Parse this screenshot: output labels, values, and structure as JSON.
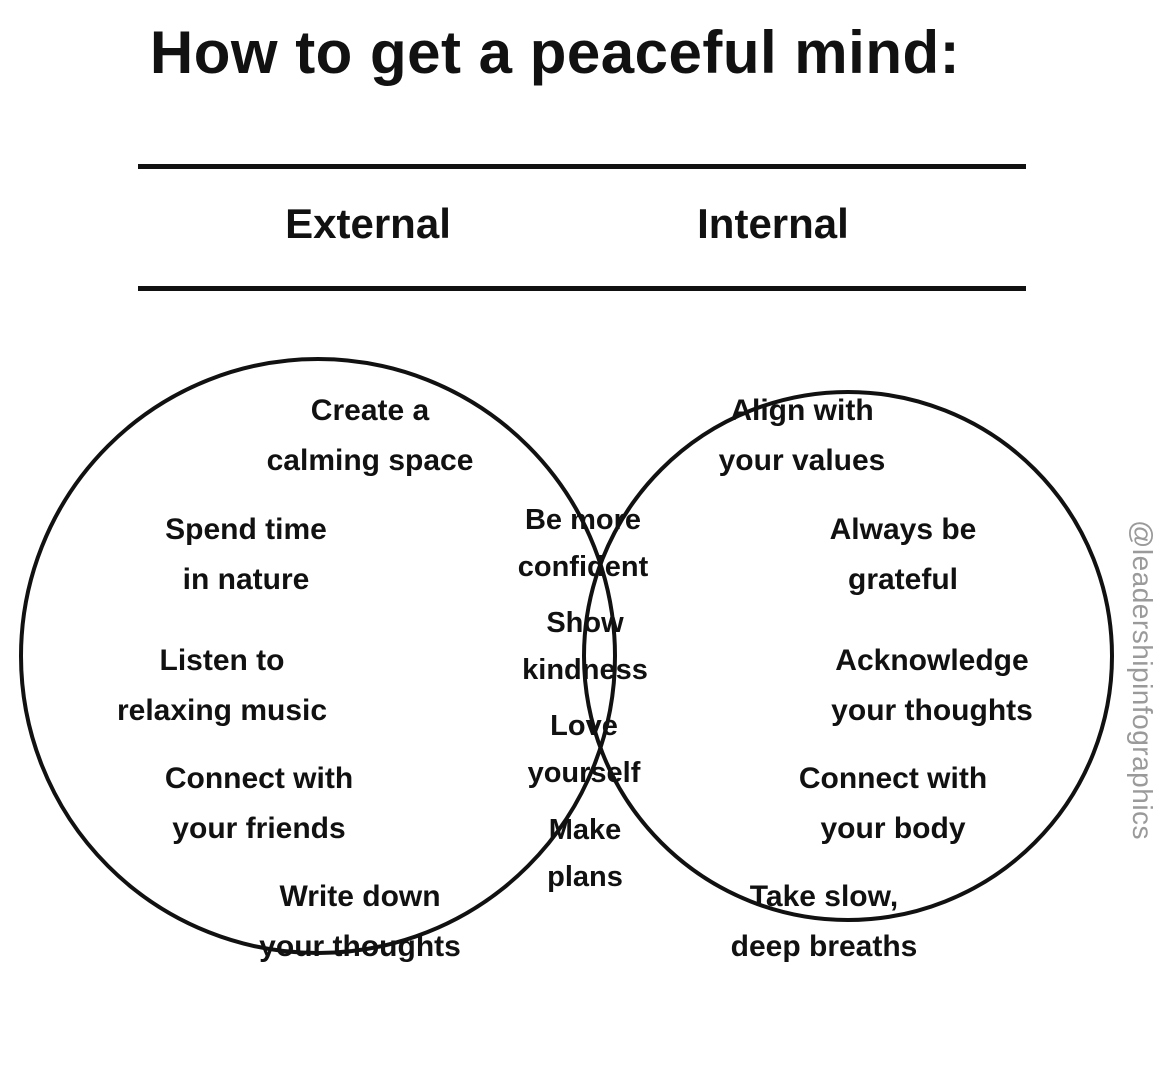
{
  "title": "How to get a peaceful mind:",
  "headers": {
    "external": "External",
    "internal": "Internal"
  },
  "external": [
    {
      "line1": "Create a",
      "line2": "calming space"
    },
    {
      "line1": "Spend time",
      "line2": "in nature"
    },
    {
      "line1": "Listen to",
      "line2": "relaxing music"
    },
    {
      "line1": "Connect with",
      "line2": "your friends"
    },
    {
      "line1": "Write down",
      "line2": "your thoughts"
    }
  ],
  "internal": [
    {
      "line1": "Align with",
      "line2": "your values"
    },
    {
      "line1": "Always be",
      "line2": "grateful"
    },
    {
      "line1": "Acknowledge",
      "line2": "your thoughts"
    },
    {
      "line1": "Connect with",
      "line2": "your body"
    },
    {
      "line1": "Take slow,",
      "line2": "deep breaths"
    }
  ],
  "both": [
    {
      "line1": "Be more",
      "line2": "confident"
    },
    {
      "line1": "Show",
      "line2": "kindness"
    },
    {
      "line1": "Love",
      "line2": "yourself"
    },
    {
      "line1": "Make",
      "line2": "plans"
    }
  ],
  "watermark": "@leadershipinfographics"
}
